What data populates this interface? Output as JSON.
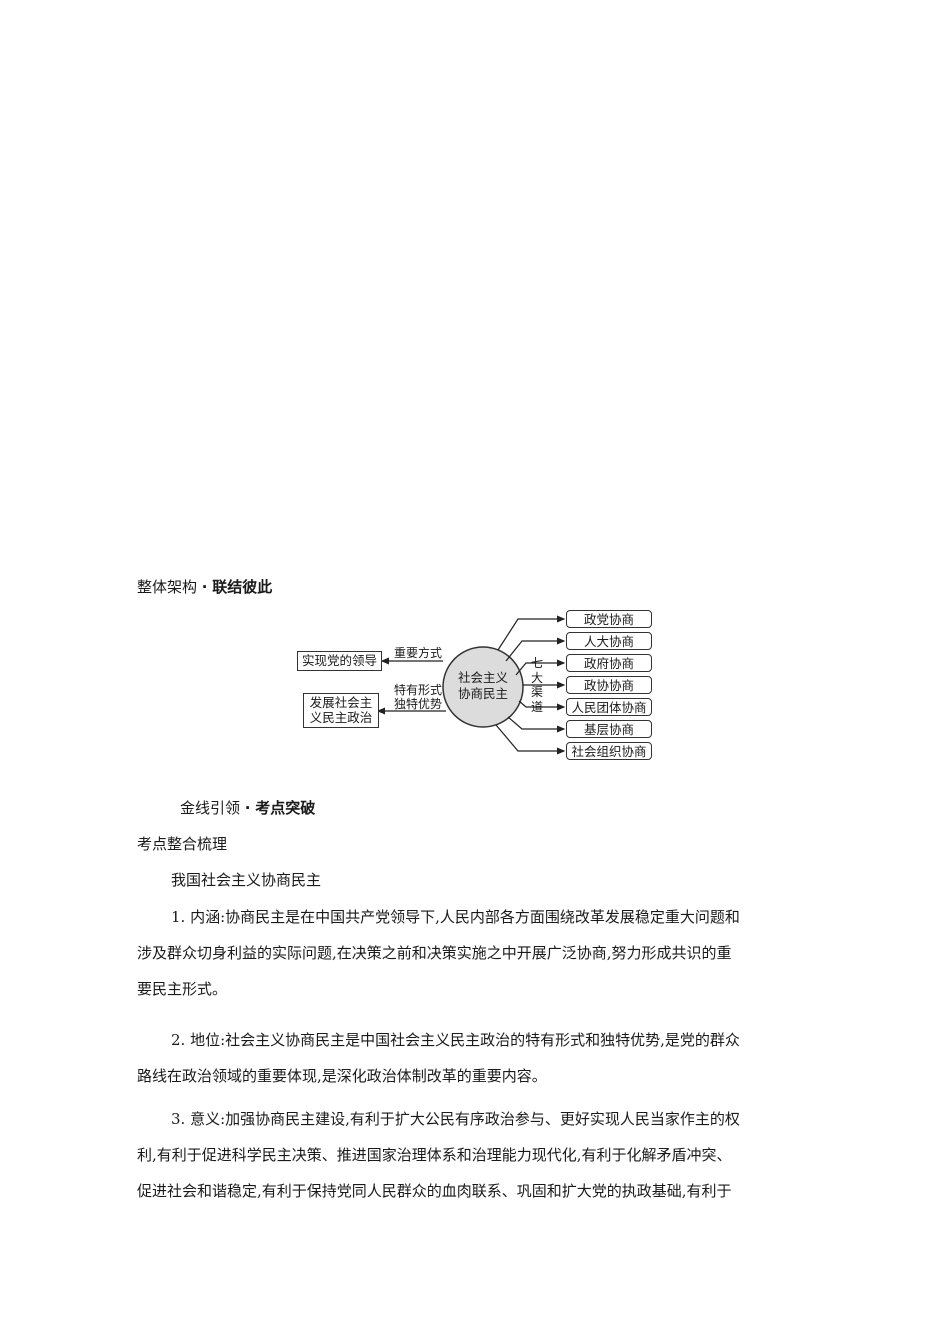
{
  "section_overview": {
    "prefix": "整体架构",
    "bullet": "·",
    "title": "联结彼此"
  },
  "diagram": {
    "center": {
      "line1": "社会主义",
      "line2": "协商民主"
    },
    "left_nodes": [
      {
        "label": "实现党的领导",
        "edge_label": "重要方式"
      },
      {
        "label_line1": "发展社会主",
        "label_line2": "义民主政治",
        "edge_label_line1": "特有形式",
        "edge_label_line2": "独特优势"
      }
    ],
    "channels_label": [
      "七",
      "大",
      "渠",
      "道"
    ],
    "right_nodes": [
      "政党协商",
      "人大协商",
      "政府协商",
      "政协协商",
      "人民团体协商",
      "基层协商",
      "社会组织协商"
    ]
  },
  "section_keypoints": {
    "prefix": "金线引领",
    "bullet": "·",
    "title": "考点突破"
  },
  "subsection_title": "考点整合梳理",
  "topic_title": "我国社会主义协商民主",
  "points": [
    {
      "lines": [
        "1. 内涵:协商民主是在中国共产党领导下,人民内部各方面围绕改革发展稳定重大问题和",
        "涉及群众切身利益的实际问题,在决策之前和决策实施之中开展广泛协商,努力形成共识的重",
        "要民主形式。"
      ]
    },
    {
      "lines": [
        "2. 地位:社会主义协商民主是中国社会主义民主政治的特有形式和独特优势,是党的群众",
        "路线在政治领域的重要体现,是深化政治体制改革的重要内容。"
      ]
    },
    {
      "lines": [
        "3. 意义:加强协商民主建设,有利于扩大公民有序政治参与、更好实现人民当家作主的权",
        "利,有利于促进科学民主决策、推进国家治理体系和治理能力现代化,有利于化解矛盾冲突、",
        "促进社会和谐稳定,有利于保持党同人民群众的血肉联系、巩固和扩大党的执政基础,有利于"
      ]
    }
  ]
}
